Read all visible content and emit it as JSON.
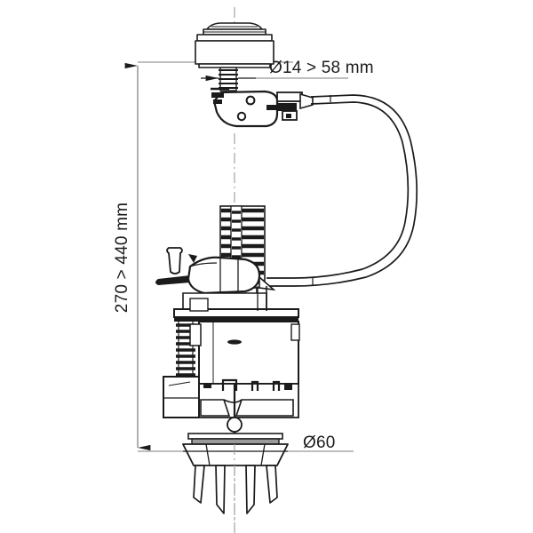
{
  "drawing": {
    "title": "Cable-operated dual flush valve assembly",
    "background_color": "#ffffff",
    "line_color": "#1b1b1b",
    "centerline_color": "#9a9a9a",
    "dimension_line_color": "#7d7d7d"
  },
  "dimensions": {
    "thread_diameter": {
      "label": "Ø14 > 58 mm",
      "orientation": "horizontal",
      "position": "top-right"
    },
    "height_range": {
      "label": "270 > 440 mm",
      "orientation": "vertical",
      "position": "left"
    },
    "base_diameter": {
      "label": "Ø60",
      "orientation": "horizontal",
      "position": "bottom-right"
    }
  },
  "components": [
    {
      "name": "push-button-cap",
      "description": "Domed push button with collar"
    },
    {
      "name": "threaded-shank",
      "description": "Threaded mounting shank"
    },
    {
      "name": "lever-body",
      "description": "Teardrop lever housing with two pivot holes"
    },
    {
      "name": "cable-clamp",
      "description": "Cable clamp connector block"
    },
    {
      "name": "bowden-cable",
      "description": "Looping bowden cable"
    },
    {
      "name": "toothed-rack",
      "description": "Ribbed height adjustment rack"
    },
    {
      "name": "float-lever",
      "description": "Float arm and handle"
    },
    {
      "name": "return-spring",
      "description": "Coil return spring"
    },
    {
      "name": "valve-cylinder",
      "description": "Main valve cylinder body"
    },
    {
      "name": "outlet-flange",
      "description": "Outlet flange with sealing fins"
    }
  ]
}
